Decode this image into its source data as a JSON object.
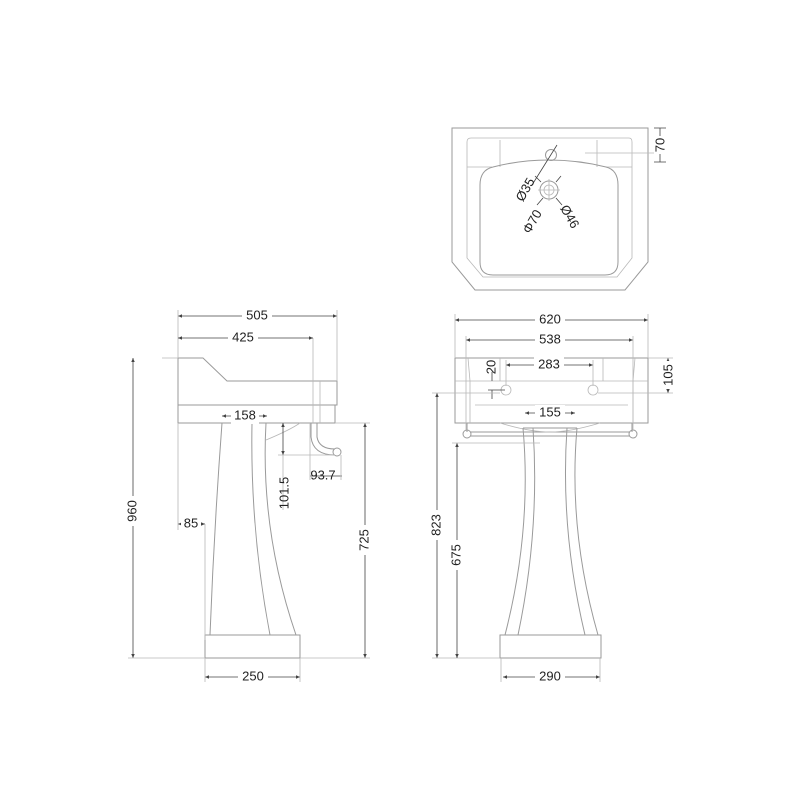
{
  "title": "Basin and pedestal dimension drawing",
  "top_view": {
    "tap_hole": "Ø35",
    "waste_outer": "Φ70",
    "waste_inner": "Ø46",
    "rear_depth": "70"
  },
  "side_view": {
    "overall_depth": "505",
    "bowl_depth": "425",
    "overall_height": "960",
    "pedestal_width": "158",
    "trap_drop": "101.5",
    "trap_offset": "93.7",
    "pedestal_setback": "85",
    "pedestal_height": "725",
    "base_depth": "250"
  },
  "front_view": {
    "overall_width": "620",
    "inner_width": "538",
    "fixing_centres": "283",
    "fixing_offset": "20",
    "rim_height": "105",
    "pedestal_top_width": "155",
    "fixing_height": "823",
    "rail_height": "675",
    "base_width": "290"
  }
}
